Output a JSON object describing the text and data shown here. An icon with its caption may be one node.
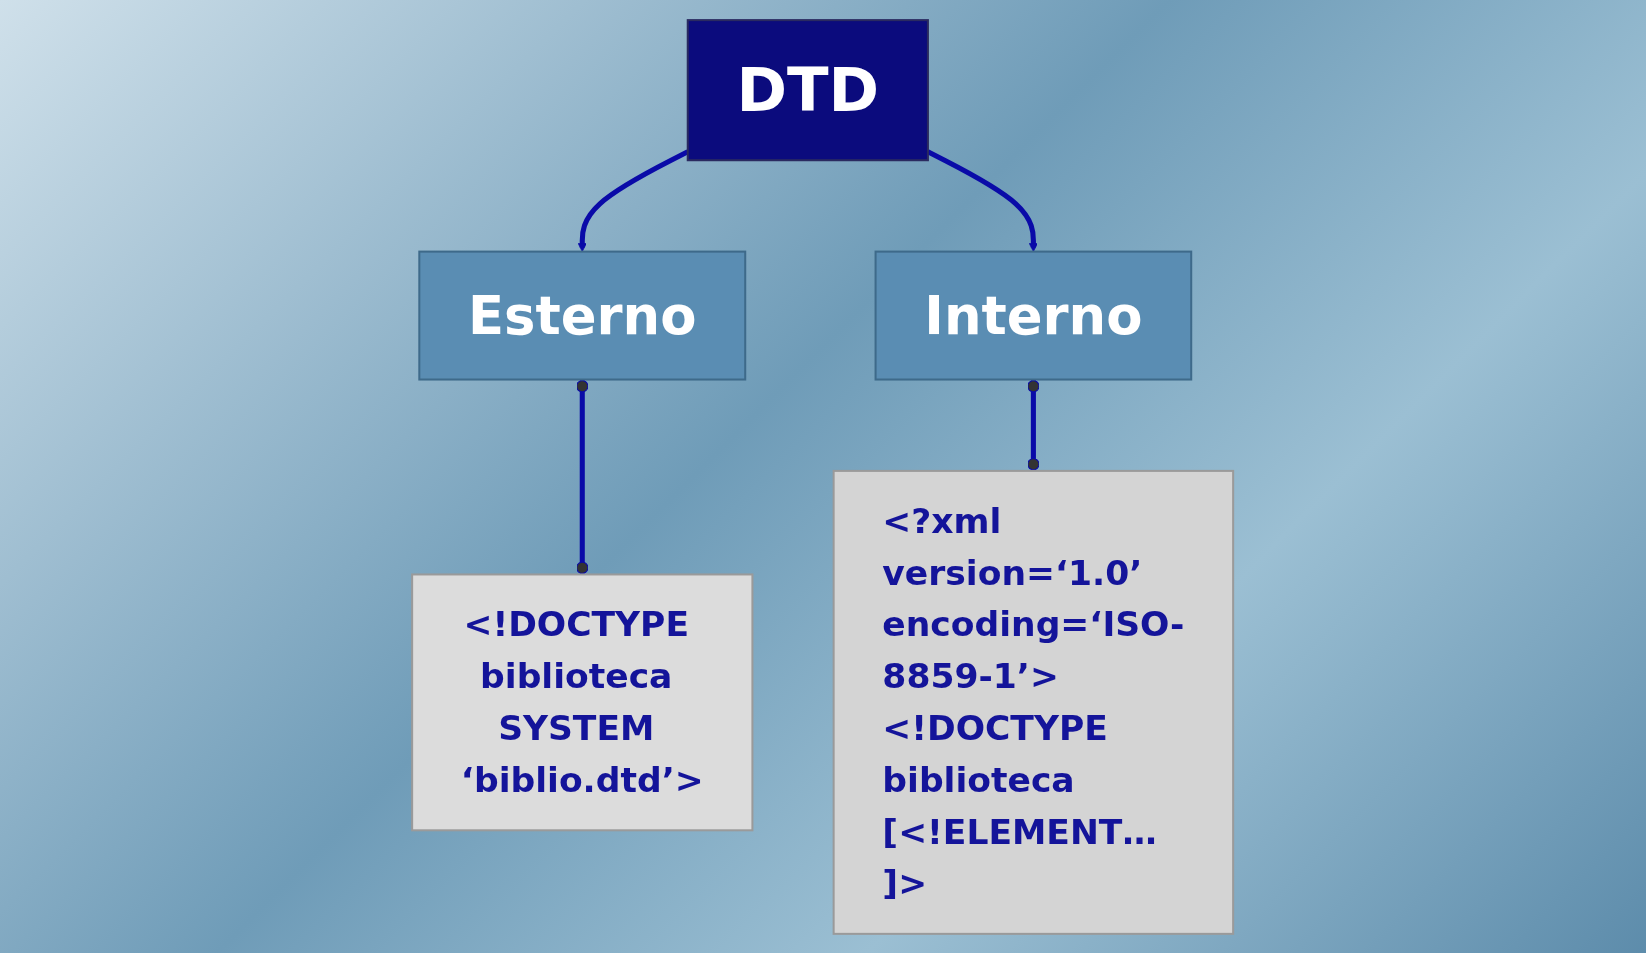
{
  "diagram": {
    "nodes": [
      {
        "text": [
          "DTD"
        ]
      },
      {
        "text": [
          "Esterno"
        ]
      },
      {
        "text": [
          "Interno"
        ]
      },
      {
        "text": [
          "<!DOCTYPE biblioteca SYSTEM ‘biblio.dtd’>"
        ]
      },
      {
        "text": [
          "<?xml version=‘1.0’ encoding=‘ISO-8859-1’>",
          "<!DOCTYPE biblioteca",
          "[<!ELEMENT…",
          "]>"
        ]
      }
    ],
    "edges": [
      {
        "from": 0,
        "to": 1,
        "arrow": "to"
      },
      {
        "from": 0,
        "to": 2,
        "arrow": "to"
      },
      {
        "from": 1,
        "to": 3,
        "arrow": "other"
      },
      {
        "from": 2,
        "to": 4,
        "arrow": "other"
      }
    ]
  }
}
